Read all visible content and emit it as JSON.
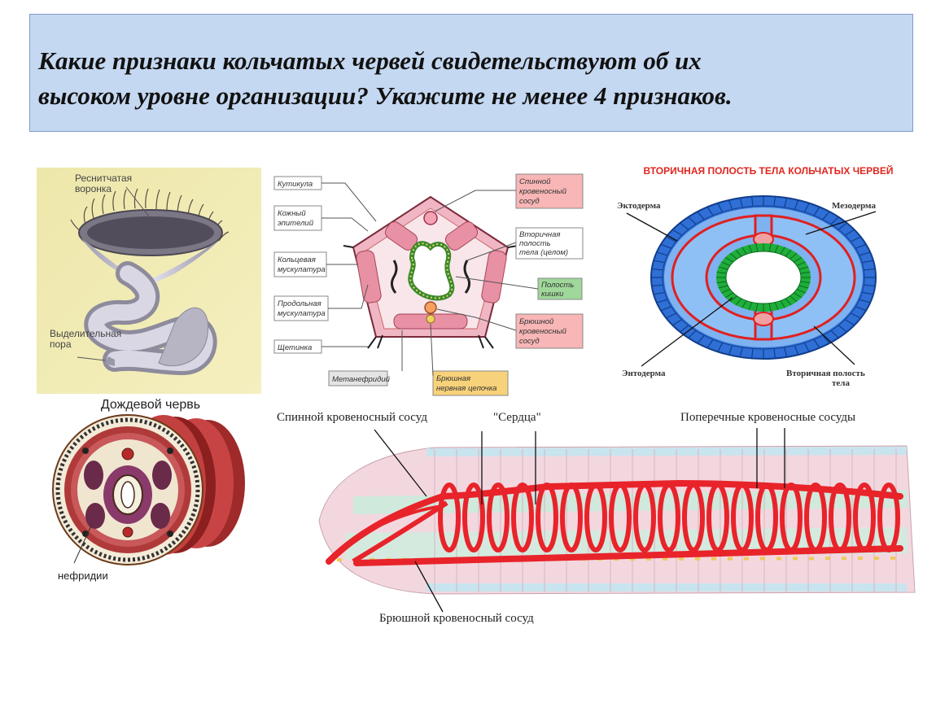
{
  "question": {
    "line1": "Какие признаки кольчатых червей свидетельствуют об их",
    "line2": "высоком уровне организации? Укажите не менее 4 признаков."
  },
  "nephridium": {
    "funnel_label_1": "Реснитчатая",
    "funnel_label_2": "воронка",
    "pore_label_1": "Выделительная",
    "pore_label_2": "пора"
  },
  "cross_section": {
    "labels": {
      "cuticle": "Кутикула",
      "epithelium_1": "Кожный",
      "epithelium_2": "эпителий",
      "circular_1": "Кольцевая",
      "circular_2": "мускулатура",
      "longitudinal_1": "Продольная",
      "longitudinal_2": "мускулатура",
      "seta": "Щетинка",
      "metanephridium": "Метанефридий",
      "nerve_cord_1": "Брюшная",
      "nerve_cord_2": "нервная цепочка",
      "dorsal_vessel_1": "Спинной",
      "dorsal_vessel_2": "кровеносный",
      "dorsal_vessel_3": "сосуд",
      "coelom_1": "Вторичная",
      "coelom_2": "полость",
      "coelom_3": "тела (целом)",
      "gut_1": "Полость",
      "gut_2": "кишки",
      "ventral_vessel_1": "Брюшной",
      "ventral_vessel_2": "кровеносный",
      "ventral_vessel_3": "сосуд"
    },
    "colors": {
      "pink_label": "#f8b6b6",
      "green_label": "#9fd89a",
      "yellow_label": "#f8d27a",
      "grey_label": "#e4e4e4"
    }
  },
  "coelom_diagram": {
    "title": "ВТОРИЧНАЯ ПОЛОСТЬ ТЕЛА КОЛЬЧАТЫХ ЧЕРВЕЙ",
    "ectoderm": "Эктодерма",
    "mesoderm": "Мезодерма",
    "endoderm": "Энтодерма",
    "coelom_1": "Вторичная полость",
    "coelom_2": "тела",
    "colors": {
      "title": "#e0261e",
      "ectoderm": "#2f6fd6",
      "mesoderm": "#7fb2f0",
      "endoderm": "#1fae3a",
      "vessel": "#e02020"
    }
  },
  "earthworm": {
    "title": "Дождевой червь",
    "nephridia": "нефридии"
  },
  "circulatory": {
    "dorsal_vessel": "Спинной кровеносный сосуд",
    "hearts": "\"Сердца\"",
    "transverse_vessels": "Поперечные кровеносные сосуды",
    "ventral_vessel": "Брюшной кровеносный сосуд",
    "colors": {
      "vessel": "#e8232a",
      "body": "#f3d7df",
      "gut": "#cfe9dc"
    }
  }
}
